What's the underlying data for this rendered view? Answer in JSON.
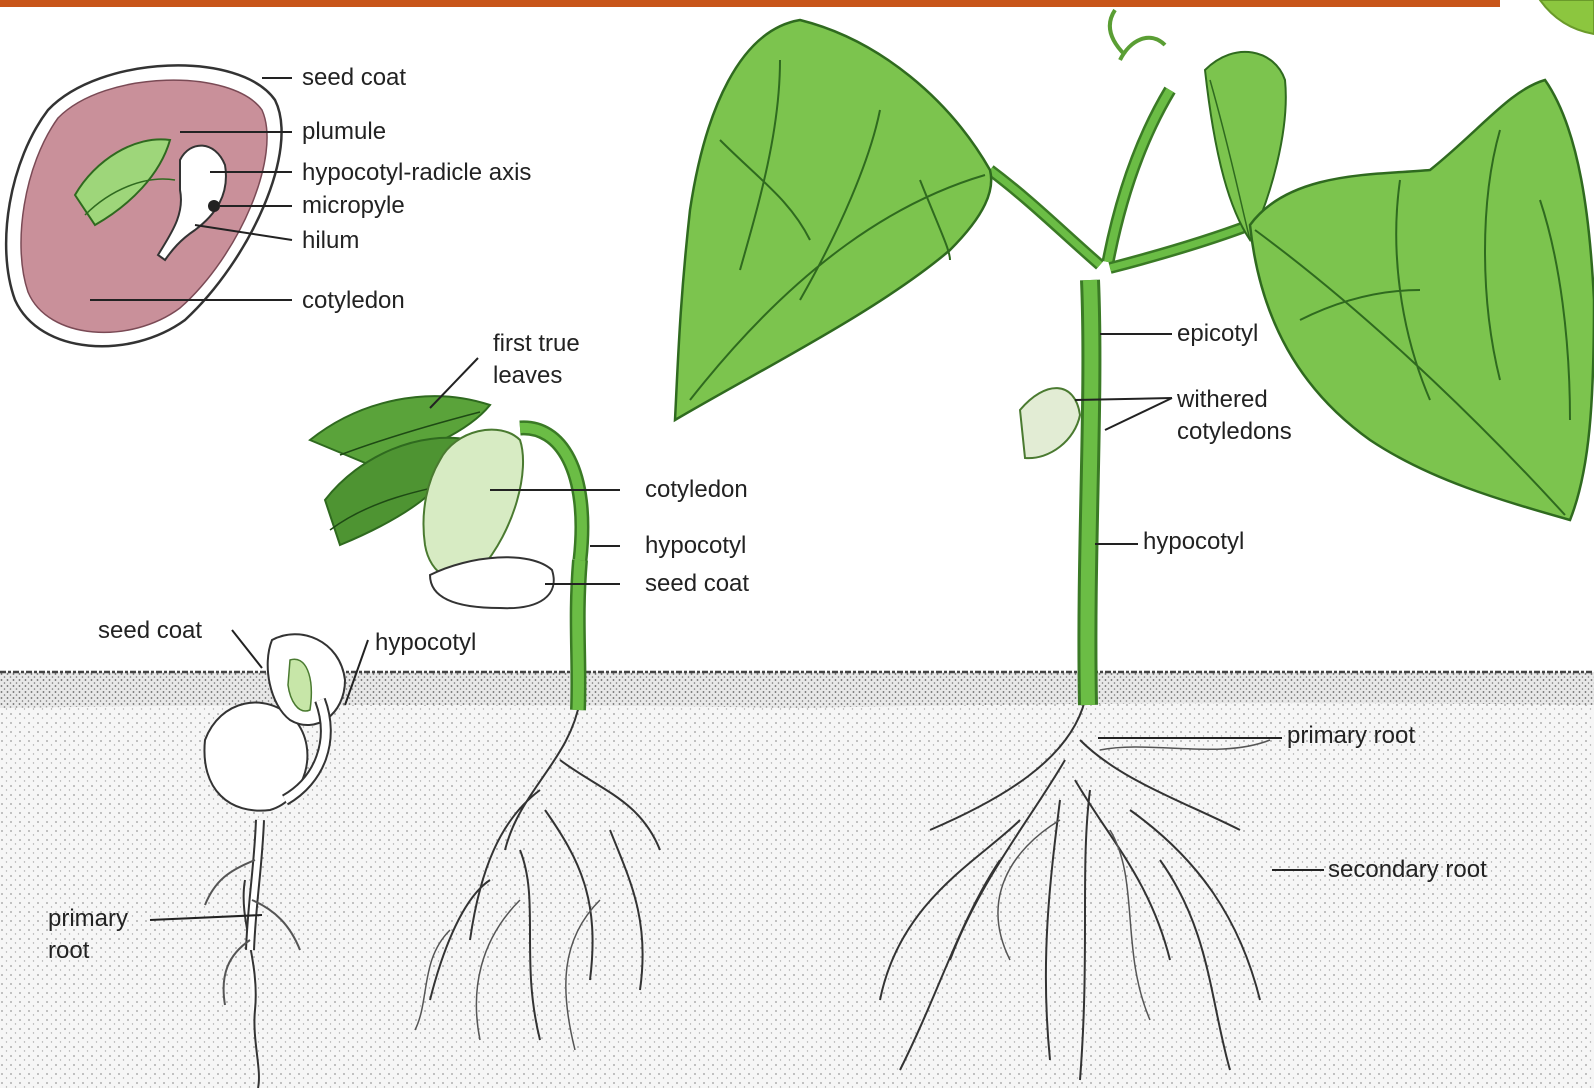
{
  "labels": {
    "seed": {
      "seed_coat": "seed coat",
      "plumule": "plumule",
      "hypocotyl_radicle_axis": "hypocotyl-radicle axis",
      "micropyle": "micropyle",
      "hilum": "hilum",
      "cotyledon": "cotyledon"
    },
    "germinating": {
      "seed_coat": "seed coat",
      "hypocotyl": "hypocotyl",
      "primary_root_line1": "primary",
      "primary_root_line2": "root"
    },
    "seedling": {
      "first_true_leaves_line1": "first true",
      "first_true_leaves_line2": "leaves",
      "cotyledon": "cotyledon",
      "hypocotyl": "hypocotyl",
      "seed_coat": "seed coat"
    },
    "young_plant": {
      "epicotyl": "epicotyl",
      "withered_cotyledons_line1": "withered",
      "withered_cotyledons_line2": "cotyledons",
      "hypocotyl": "hypocotyl",
      "primary_root": "primary root",
      "secondary_root": "secondary root"
    }
  },
  "colors": {
    "top_band": "#c8551a",
    "leaf": "#7cc44e",
    "leaf_dark": "#5a9e34",
    "vein": "#2f6a1f",
    "cotyledon": "#c9909a",
    "soil": "#f2f2f2",
    "root": "#ffffff"
  }
}
